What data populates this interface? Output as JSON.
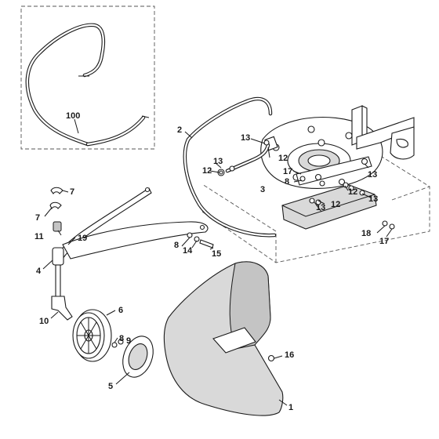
{
  "labels": [
    {
      "id": "100",
      "text": "100"
    },
    {
      "id": "2",
      "text": "2"
    },
    {
      "id": "13a",
      "text": "13"
    },
    {
      "id": "12a",
      "text": "12"
    },
    {
      "id": "13b",
      "text": "13"
    },
    {
      "id": "12b",
      "text": "12"
    },
    {
      "id": "17a",
      "text": "17"
    },
    {
      "id": "8a",
      "text": "8"
    },
    {
      "id": "3",
      "text": "3"
    },
    {
      "id": "12c",
      "text": "12"
    },
    {
      "id": "13c",
      "text": "13"
    },
    {
      "id": "13d",
      "text": "13"
    },
    {
      "id": "12d",
      "text": "12"
    },
    {
      "id": "13e",
      "text": "13"
    },
    {
      "id": "7a",
      "text": "7"
    },
    {
      "id": "7b",
      "text": "7"
    },
    {
      "id": "11",
      "text": "11"
    },
    {
      "id": "19",
      "text": "19"
    },
    {
      "id": "8b",
      "text": "8"
    },
    {
      "id": "14",
      "text": "14"
    },
    {
      "id": "15",
      "text": "15"
    },
    {
      "id": "18",
      "text": "18"
    },
    {
      "id": "17b",
      "text": "17"
    },
    {
      "id": "4",
      "text": "4"
    },
    {
      "id": "6",
      "text": "6"
    },
    {
      "id": "10",
      "text": "10"
    },
    {
      "id": "8c",
      "text": "8"
    },
    {
      "id": "9",
      "text": "9"
    },
    {
      "id": "16",
      "text": "16"
    },
    {
      "id": "5",
      "text": "5"
    },
    {
      "id": "1",
      "text": "1"
    }
  ]
}
